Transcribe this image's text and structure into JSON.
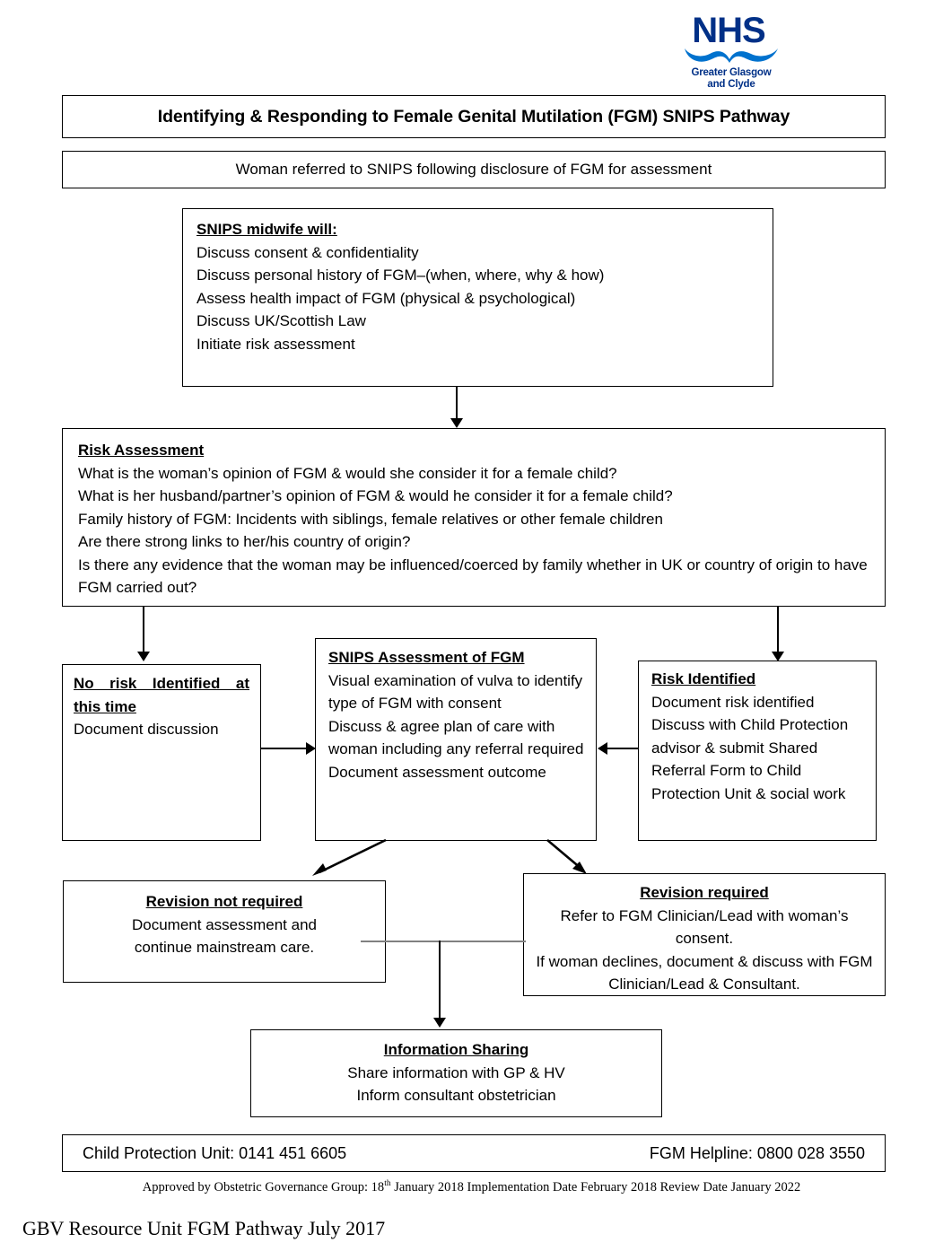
{
  "logo": {
    "name": "NHS",
    "line1": "Greater Glasgow",
    "line2": "and Clyde",
    "color": "#003087"
  },
  "title_box": {
    "text": "Identifying & Responding to Female Genital Mutilation (FGM) SNIPS Pathway"
  },
  "referral_box": {
    "text": "Woman referred to SNIPS following disclosure of FGM for assessment"
  },
  "midwife_box": {
    "heading": "SNIPS midwife will:",
    "lines": [
      "Discuss consent & confidentiality",
      "Discuss personal history of FGM–(when, where, why & how)",
      "Assess health impact of FGM (physical & psychological)",
      "Discuss UK/Scottish Law",
      "Initiate risk assessment"
    ]
  },
  "risk_assessment_box": {
    "heading": "Risk Assessment",
    "lines": [
      "What is the woman’s opinion of FGM & would she consider it for a female child?",
      "What is her husband/partner’s opinion of FGM & would he consider it for a female child?",
      "Family history of FGM: Incidents with siblings, female relatives or other female children",
      "Are there strong links to her/his country of origin?",
      "Is there any evidence that the woman may be influenced/coerced by family whether in UK or country of origin to have FGM carried out?"
    ]
  },
  "no_risk_box": {
    "heading_line1": "No risk Identified at",
    "heading_line2": "this time",
    "lines": [
      "Document discussion"
    ]
  },
  "snips_assessment_box": {
    "heading": "SNIPS Assessment of FGM",
    "lines": [
      "Visual examination of vulva to identify type of FGM with consent",
      "Discuss & agree plan of care with woman including any referral required",
      "Document assessment outcome"
    ]
  },
  "risk_identified_box": {
    "heading": "Risk Identified",
    "lines": [
      "Document risk identified",
      "Discuss with Child Protection advisor & submit Shared Referral Form to Child Protection Unit & social work"
    ]
  },
  "revision_not_required_box": {
    "heading": "Revision not required",
    "lines": [
      "Document assessment and",
      "continue mainstream care."
    ]
  },
  "revision_required_box": {
    "heading": "Revision required",
    "lines": [
      "Refer to FGM Clinician/Lead with woman’s consent.",
      "If woman declines, document & discuss with FGM Clinician/Lead & Consultant."
    ]
  },
  "information_sharing_box": {
    "heading": "Information Sharing",
    "lines": [
      "Share information with GP & HV",
      "Inform consultant obstetrician"
    ]
  },
  "contact_box": {
    "left": "Child Protection Unit: 0141 451 6605",
    "right": "FGM Helpline: 0800 028 3550"
  },
  "approval_note": {
    "before": "Approved by Obstetric Governance Group: 18",
    "sup": "th",
    "after": " January 2018 Implementation Date February 2018 Review Date January 2022"
  },
  "gbv_footer": {
    "text": "GBV Resource Unit FGM Pathway July 2017"
  }
}
